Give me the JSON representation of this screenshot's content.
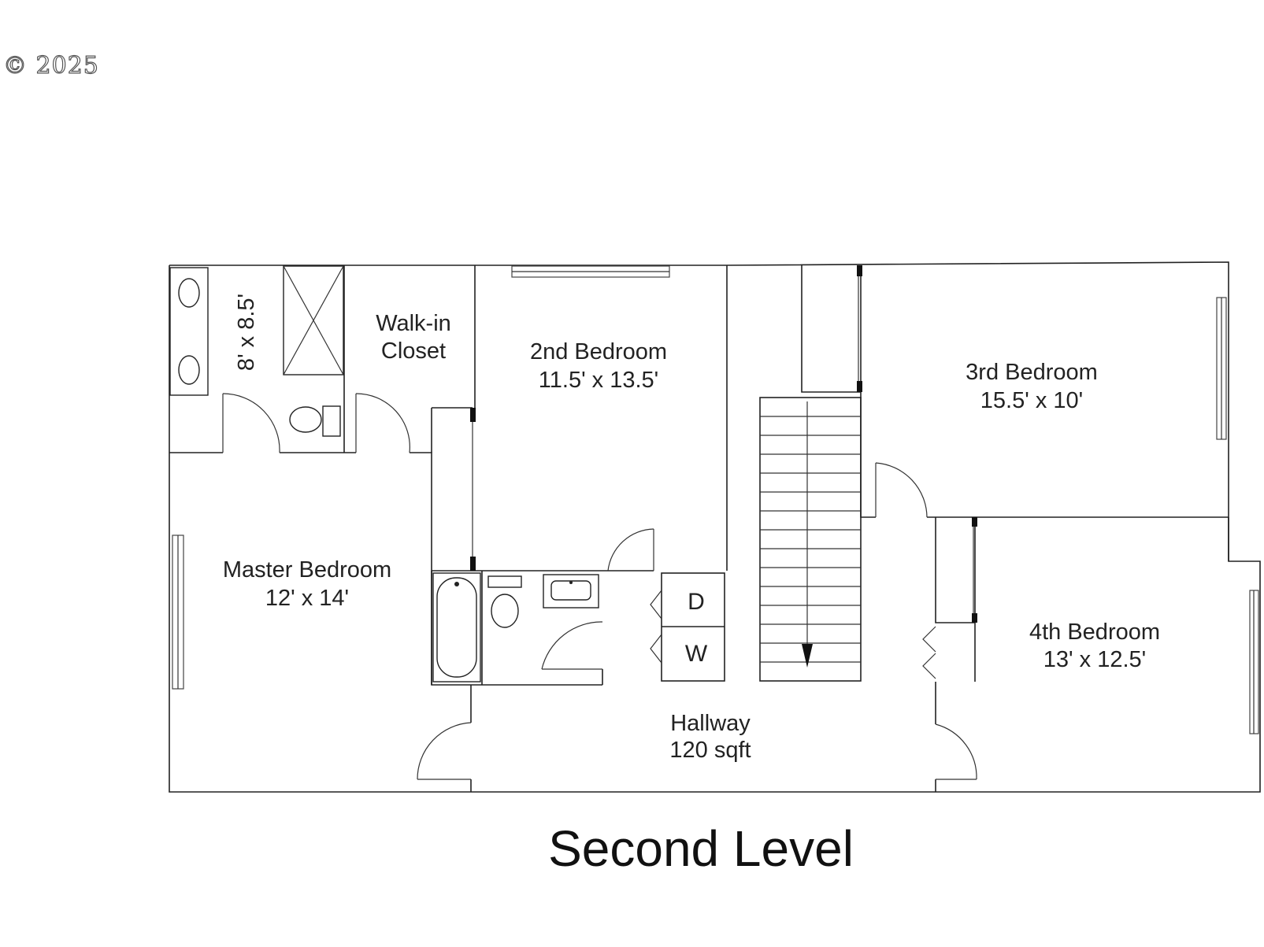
{
  "watermark": "© 2025",
  "title": "Second Level",
  "rooms": {
    "bath": {
      "dims": "8' x 8.5'"
    },
    "closet": {
      "name_line1": "Walk-in",
      "name_line2": "Closet"
    },
    "bed2": {
      "name": "2nd Bedroom",
      "dims": "11.5' x 13.5'"
    },
    "bed3": {
      "name": "3rd Bedroom",
      "dims": "15.5' x 10'"
    },
    "master": {
      "name": "Master Bedroom",
      "dims": "12' x 14'"
    },
    "bed4": {
      "name": "4th Bedroom",
      "dims": "13' x 12.5'"
    },
    "hallway": {
      "name": "Hallway",
      "dims": "120 sqft"
    }
  },
  "appliances": {
    "dryer": "D",
    "washer": "W"
  },
  "icons": [
    "stair-arrow-icon",
    "toilet-icon",
    "bathtub-icon",
    "sink-icon",
    "shower-icon"
  ]
}
